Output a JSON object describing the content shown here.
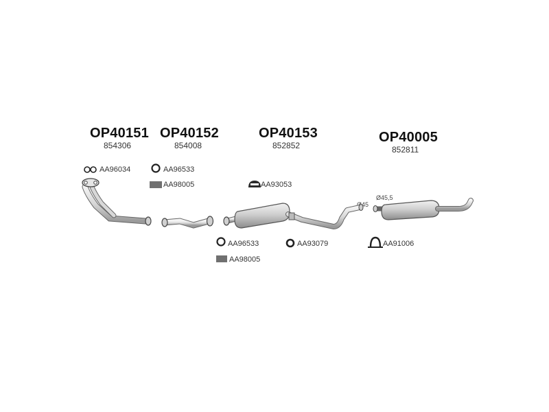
{
  "assemblies": [
    {
      "code": "OP40151",
      "number": "854306"
    },
    {
      "code": "OP40152",
      "number": "854008"
    },
    {
      "code": "OP40153",
      "number": "852852"
    },
    {
      "code": "OP40005",
      "number": "852811"
    }
  ],
  "accessories": {
    "gasket_front": "AA96034",
    "ring_a": "AA96533",
    "spring_a": "AA98005",
    "rubber_mount": "AA93053",
    "ring_b": "AA96533",
    "spring_b": "AA98005",
    "ring_c": "AA93079",
    "clamp": "AA91006"
  },
  "dimensions": {
    "diameter_1": "Ø45",
    "diameter_2": "Ø45,5"
  },
  "icons": {
    "gasket": "gasket-icon",
    "ring": "ring-icon",
    "spring": "spring-icon",
    "mount": "rubber-mount-icon",
    "clamp": "clamp-icon"
  }
}
